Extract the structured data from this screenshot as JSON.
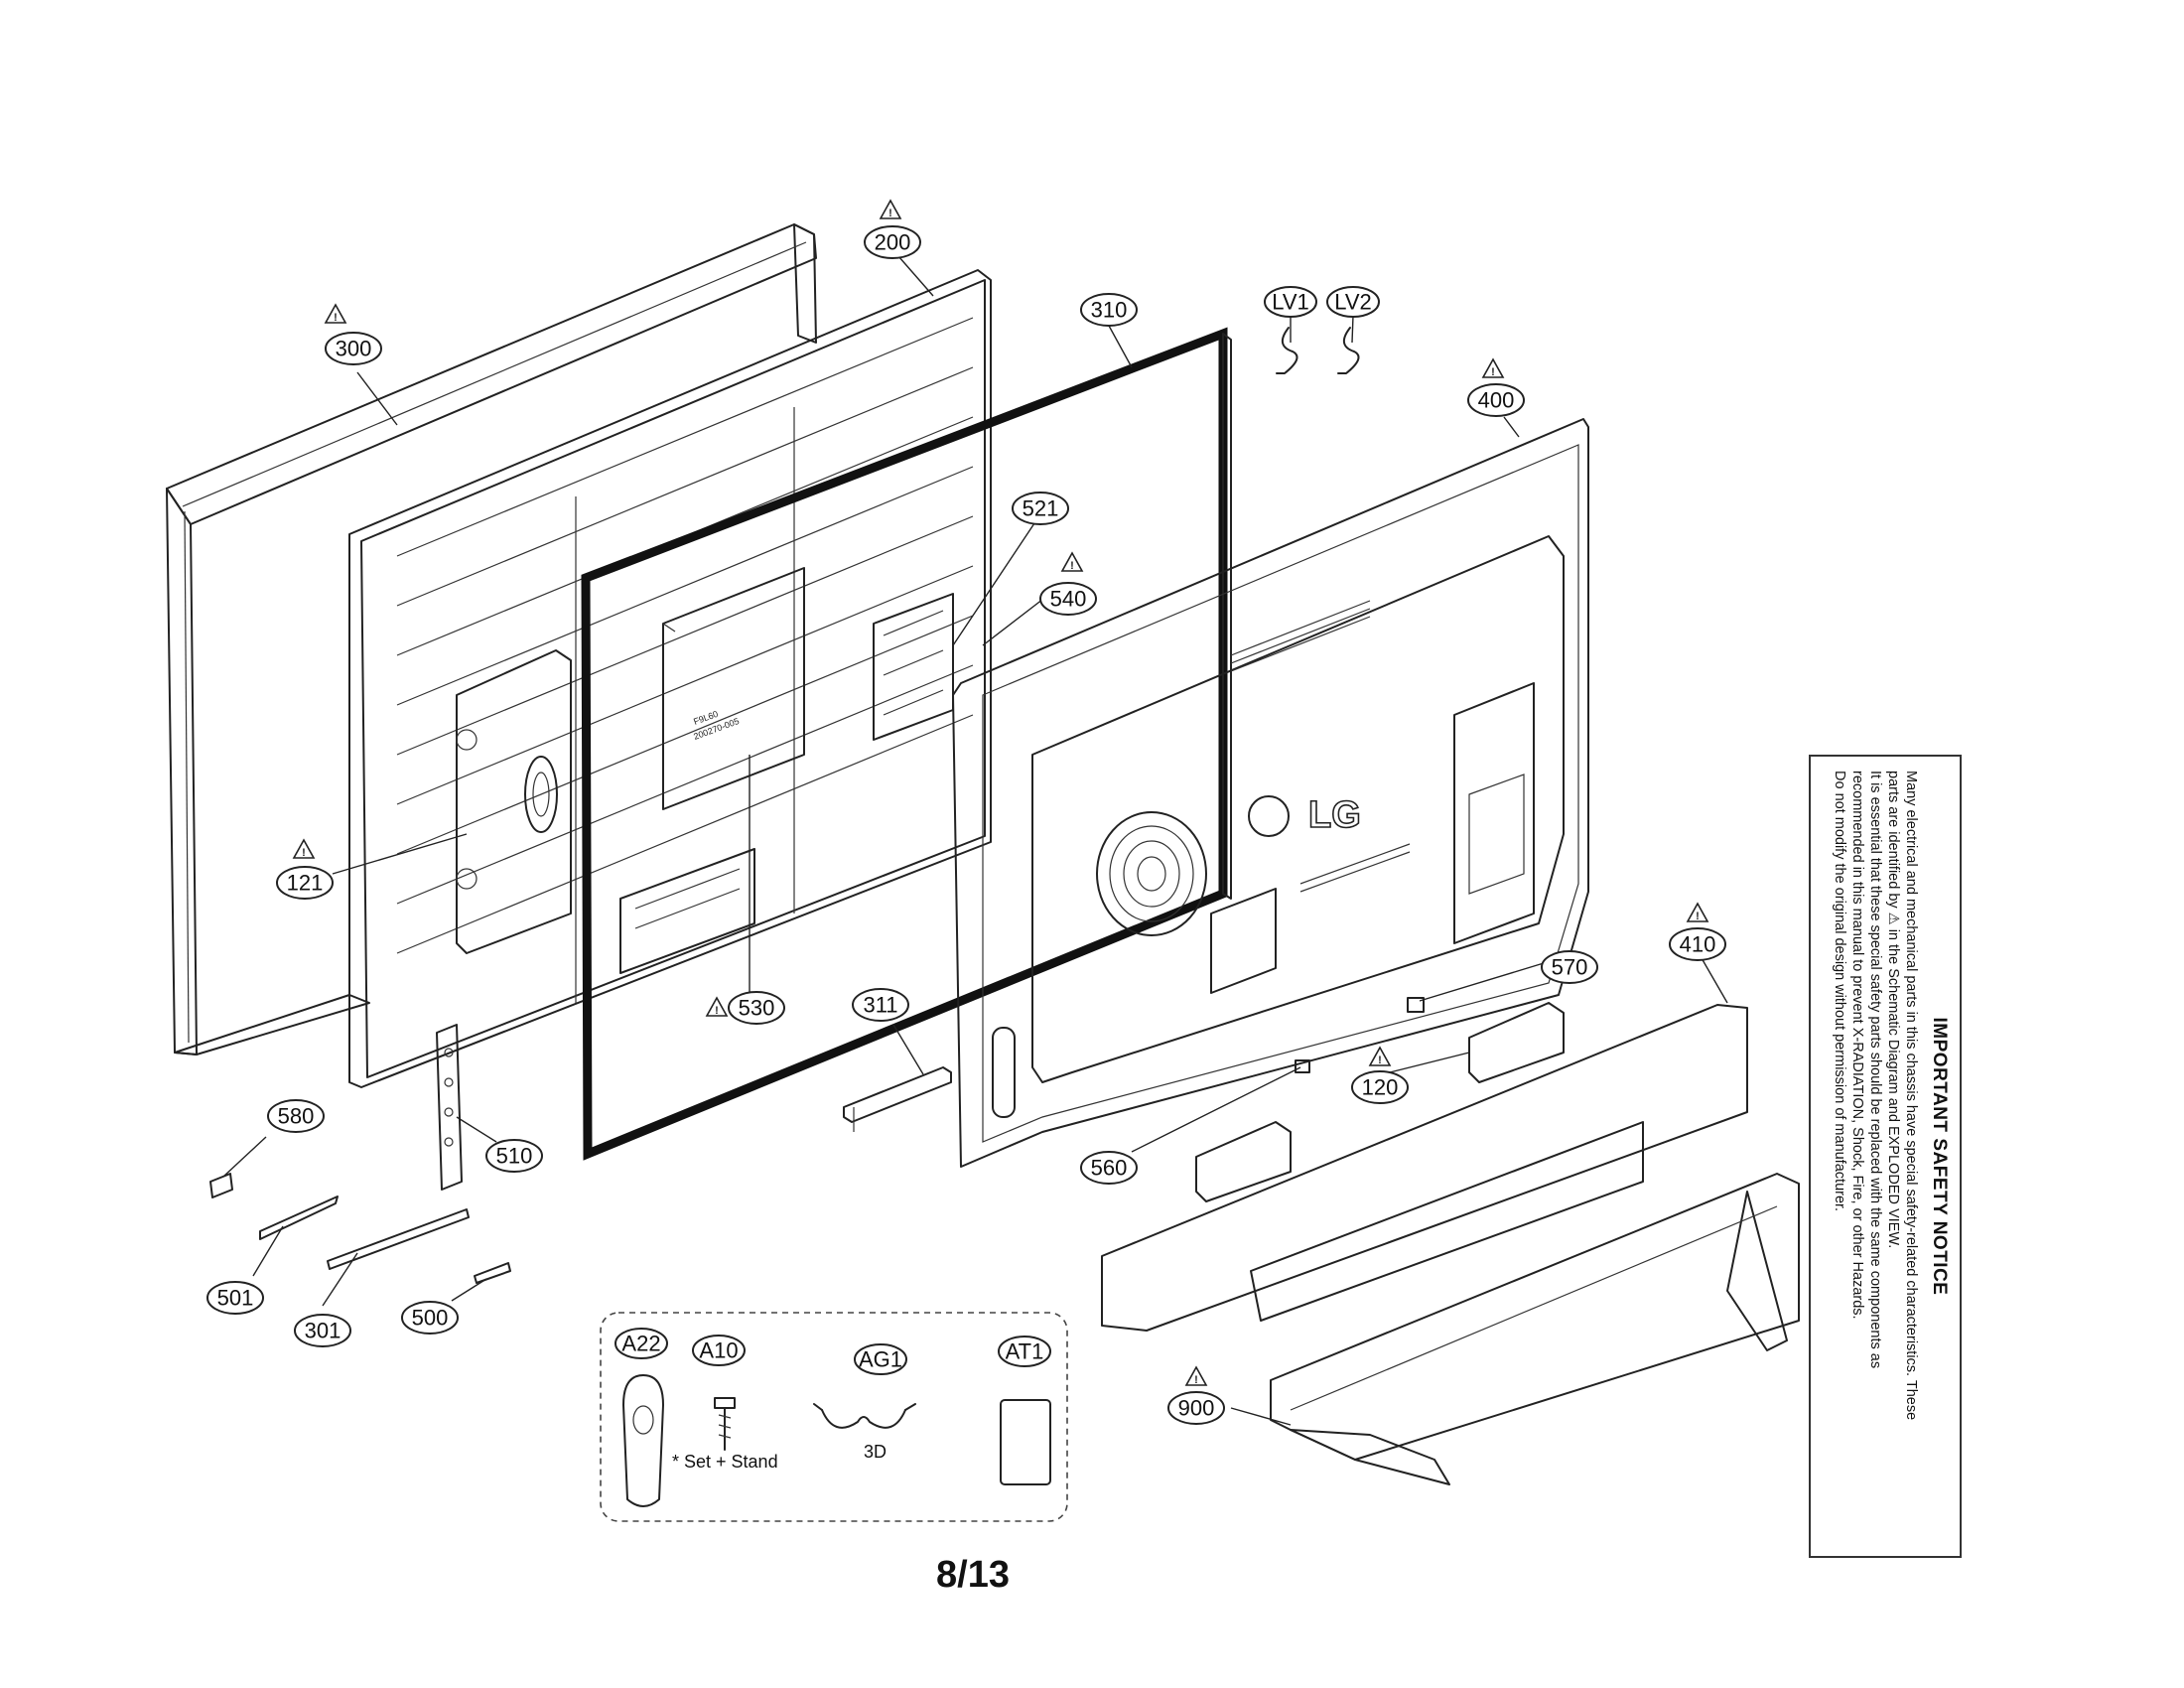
{
  "page": {
    "page_number": "8/13"
  },
  "callouts": {
    "c300": "300",
    "c200": "200",
    "c310": "310",
    "lv1": "LV1",
    "lv2": "LV2",
    "c400": "400",
    "c521": "521",
    "c540": "540",
    "c121": "121",
    "c530": "530",
    "c311": "311",
    "c570": "570",
    "c410": "410",
    "c120": "120",
    "c560": "560",
    "c580": "580",
    "c510": "510",
    "c501": "501",
    "c301": "301",
    "c500": "500",
    "c900": "900",
    "a22": "A22",
    "a10": "A10",
    "ag1": "AG1",
    "at1": "AT1"
  },
  "accessories": {
    "a10_note": "* Set + Stand",
    "ag1_note": "3D"
  },
  "panel_label": {
    "line1": "F9L60",
    "line2": "200270-005"
  },
  "brand_logo": "LG",
  "safety_notice": {
    "title": "IMPORTANT SAFETY NOTICE",
    "line1": "Many electrical and mechanical parts in this chassis have special safety-related characteristics. These",
    "line2a": "parts are identified by",
    "line2b": "in the Schematic Diagram and EXPLODED VIEW.",
    "line3": "It is essential that these special safety parts should be replaced with the same components as",
    "line4": "recommended in this manual to prevent X-RADIATION, Shock, Fire, or other Hazards.",
    "line5": "Do not modify the original design without permission of manufacturer."
  }
}
